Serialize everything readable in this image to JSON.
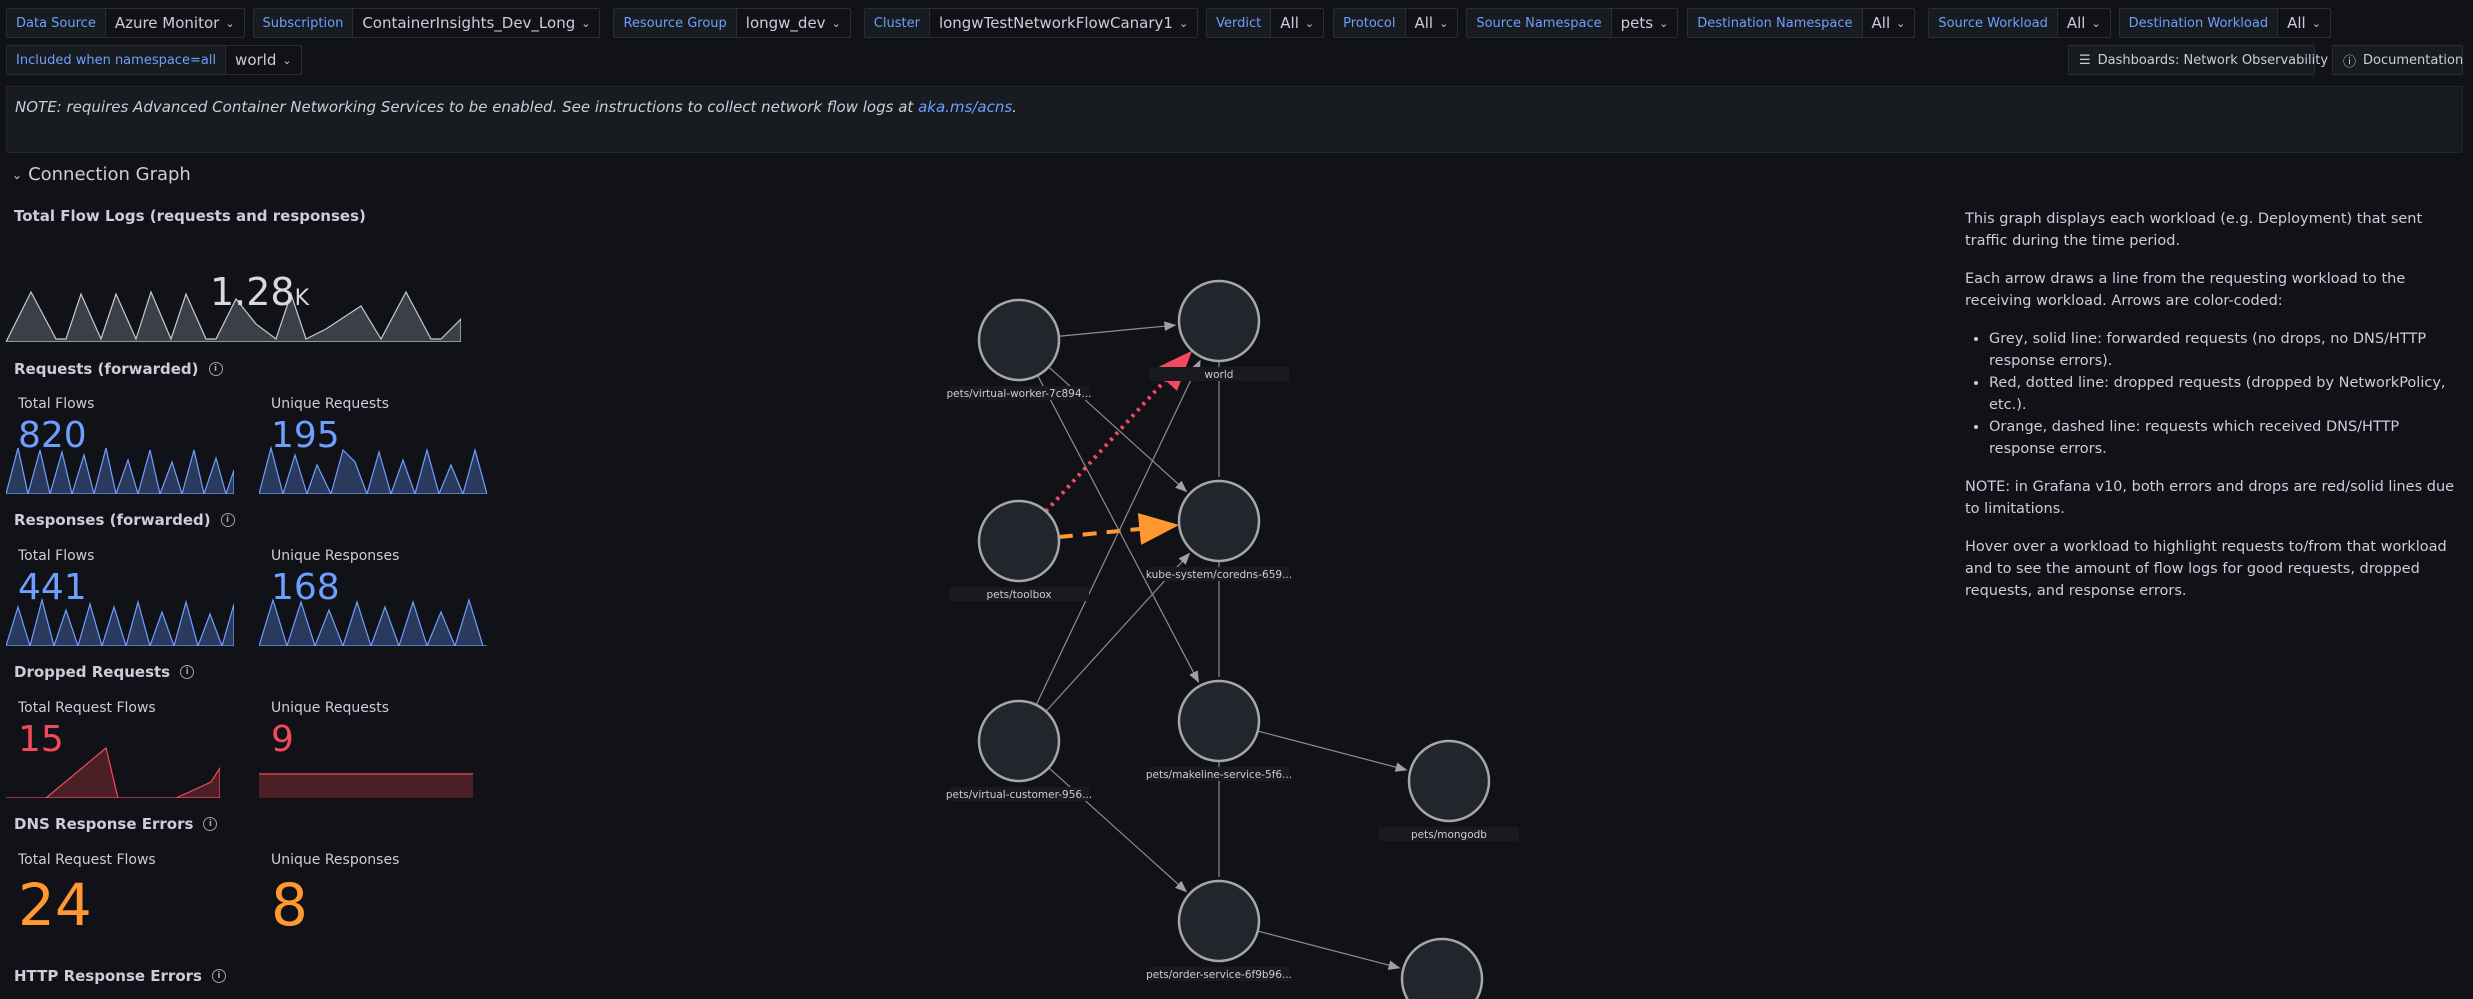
{
  "variables": [
    {
      "label": "Data Source",
      "value": "Azure Monitor"
    },
    {
      "label": "Subscription",
      "value": "ContainerInsights_Dev_Long"
    },
    {
      "label": "Resource Group",
      "value": "longw_dev"
    },
    {
      "label": "Cluster",
      "value": "longwTestNetworkFlowCanary1"
    },
    {
      "label": "Verdict",
      "value": "All"
    },
    {
      "label": "Protocol",
      "value": "All"
    },
    {
      "label": "Source Namespace",
      "value": "pets"
    },
    {
      "label": "Destination Namespace",
      "value": "All"
    },
    {
      "label": "Source Workload",
      "value": "All"
    },
    {
      "label": "Destination Workload",
      "value": "All"
    }
  ],
  "included": {
    "label": "Included when namespace=all",
    "value": "world"
  },
  "buttons": {
    "dashboards": "Dashboards: Network Observability",
    "documentation": "Documentation"
  },
  "note": {
    "text": "NOTE: requires Advanced Container Networking Services to be enabled. See instructions to collect network flow logs at ",
    "link": "aka.ms/acns",
    "suffix": "."
  },
  "row": {
    "title": "Connection Graph"
  },
  "total_flow_logs": {
    "title": "Total Flow Logs (requests and responses)",
    "value": "1.28",
    "unit": "K"
  },
  "requests": {
    "title": "Requests (forwarded)",
    "total_label": "Total Flows",
    "total_value": "820",
    "unique_label": "Unique Requests",
    "unique_value": "195"
  },
  "responses": {
    "title": "Responses (forwarded)",
    "total_label": "Total Flows",
    "total_value": "441",
    "unique_label": "Unique Responses",
    "unique_value": "168"
  },
  "dropped": {
    "title": "Dropped Requests",
    "total_label": "Total Request Flows",
    "total_value": "15",
    "unique_label": "Unique Requests",
    "unique_value": "9"
  },
  "dns": {
    "title": "DNS Response Errors",
    "total_label": "Total Request Flows",
    "total_value": "24",
    "unique_label": "Unique Responses",
    "unique_value": "8"
  },
  "http": {
    "title": "HTTP Response Errors"
  },
  "graph_nodes": [
    {
      "id": "virtual-worker",
      "label": "pets/virtual-worker-7c894..."
    },
    {
      "id": "world",
      "label": "world"
    },
    {
      "id": "toolbox",
      "label": "pets/toolbox"
    },
    {
      "id": "coredns",
      "label": "kube-system/coredns-659..."
    },
    {
      "id": "virtual-customer",
      "label": "pets/virtual-customer-956..."
    },
    {
      "id": "makeline",
      "label": "pets/makeline-service-5f6..."
    },
    {
      "id": "mongodb",
      "label": "pets/mongodb"
    },
    {
      "id": "order",
      "label": "pets/order-service-6f9b96..."
    },
    {
      "id": "extra",
      "label": ""
    }
  ],
  "graph_edges": [
    {
      "from": "virtual-worker",
      "to": "world",
      "style": "grey"
    },
    {
      "from": "virtual-worker",
      "to": "coredns",
      "style": "grey"
    },
    {
      "from": "virtual-worker",
      "to": "makeline",
      "style": "grey"
    },
    {
      "from": "toolbox",
      "to": "world",
      "style": "red-dotted"
    },
    {
      "from": "toolbox",
      "to": "coredns",
      "style": "orange-dashed"
    },
    {
      "from": "virtual-customer",
      "to": "world",
      "style": "grey"
    },
    {
      "from": "virtual-customer",
      "to": "coredns",
      "style": "grey"
    },
    {
      "from": "virtual-customer",
      "to": "order",
      "style": "grey"
    },
    {
      "from": "makeline",
      "to": "mongodb",
      "style": "grey"
    },
    {
      "from": "order",
      "to": "extra",
      "style": "grey"
    },
    {
      "from": "world",
      "to": "coredns",
      "style": "grey-line"
    },
    {
      "from": "coredns",
      "to": "makeline",
      "style": "grey-line"
    },
    {
      "from": "makeline",
      "to": "order",
      "style": "grey-line"
    }
  ],
  "description": {
    "p1": "This graph displays each workload (e.g. Deployment) that sent traffic during the time period.",
    "p2": "Each arrow draws a line from the requesting workload to the receiving workload. Arrows are color-coded:",
    "items": [
      "Grey, solid line: forwarded requests (no drops, no DNS/HTTP response errors).",
      "Red, dotted line: dropped requests (dropped by NetworkPolicy, etc.).",
      "Orange, dashed line: requests which received DNS/HTTP response errors."
    ],
    "p3": "NOTE: in Grafana v10, both errors and drops are red/solid lines due to limitations.",
    "p4": "Hover over a workload to highlight requests to/from that workload and to see the amount of flow logs for good requests, dropped requests, and response errors."
  },
  "colors": {
    "blue": "#6e9fff",
    "red": "#f2495c",
    "orange": "#ff9830",
    "grey": "#8e8e8e"
  }
}
